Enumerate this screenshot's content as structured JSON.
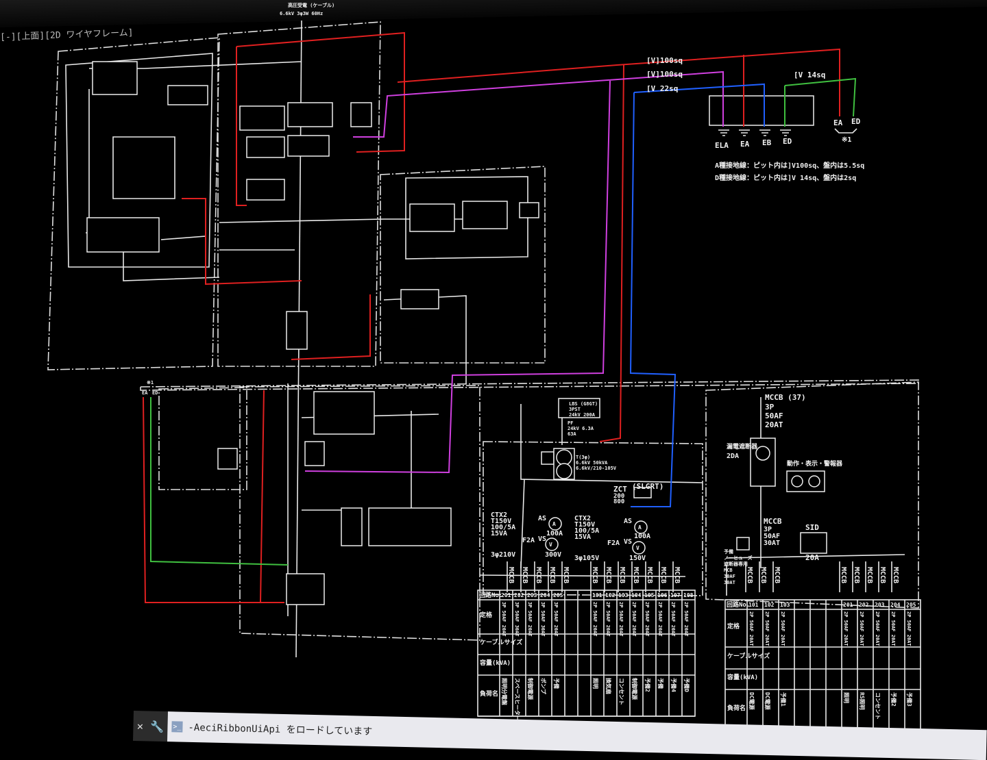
{
  "window": {
    "viewport_label": "[-][上面][2D ワイヤフレーム]"
  },
  "colors": {
    "red": "#e02020",
    "magenta": "#d040e0",
    "blue": "#2060ff",
    "green": "#40c040",
    "white": "#e8e8e8"
  },
  "diagram": {
    "top_incoming": "高圧受電 (ケーブル)",
    "top_incoming_spec": "6.6kV 3φ3W 60Hz",
    "cable_labels": [
      "[V]100sq",
      "[V]100sq",
      "[V 22sq",
      "[V 14sq"
    ],
    "ground_terminals": [
      "ELA",
      "EA",
      "EB",
      "ED"
    ],
    "ground_pair": [
      "EA",
      "ED"
    ],
    "ground_pair_label": "※1",
    "ground_note_a": "A種接地線：ピット内は]V100sq、盤内は5.5sq",
    "ground_note_d": "D種接地線：ピット内は]V 14sq、盤内は2sq",
    "left_ground_pair": [
      "EA",
      "ED"
    ],
    "left_ground_label": "※1",
    "lbs": {
      "name": "LBS (G8GT)",
      "spec1": "3PST",
      "spec2": "24kV 200A"
    },
    "pf": {
      "name": "PF",
      "spec1": "24kV 6.3A",
      "spec2": "63A"
    },
    "transformer": {
      "name": "T(3φ)",
      "spec1": "6.6kV 50kVA",
      "spec2": "6.6kV/210-105V"
    },
    "zct": {
      "name": "ZCT",
      "spec": "(SLGRT)",
      "lines": [
        "200",
        "800"
      ]
    },
    "ct_left": {
      "lines": [
        "CTX2",
        "T150V",
        "100/5A",
        "15VA"
      ],
      "as": "AS",
      "ammeter": "A",
      "ammeter_range": "100A",
      "vs": "VS",
      "fuse": "F2A",
      "voltmeter": "V",
      "volt_range": "300V",
      "system": "3φ210V"
    },
    "ct_right": {
      "lines": [
        "CTX2",
        "T150V",
        "100/5A",
        "15VA"
      ],
      "as": "AS",
      "ammeter": "A",
      "ammeter_range": "100A",
      "vs": "VS",
      "fuse": "F2A",
      "voltmeter": "V",
      "volt_range": "150V",
      "system": "3φ105V"
    },
    "mccb_main": {
      "name": "MCCB (37)",
      "spec": [
        "3P",
        "50AF",
        "20AT"
      ]
    },
    "elcb_label": "漏電遮断器",
    "elcb_rating": "2DA",
    "indicator_label": "動作・表示・警報器",
    "mccb_sub": {
      "name": "MCCB",
      "spec": [
        "3P",
        "50AF",
        "30AT"
      ]
    },
    "sid": {
      "name": "SID",
      "rating": "20A"
    },
    "breaker_label": "MCCB",
    "left_note": [
      "予備",
      "ノーヒューズ",
      "遮断器専用",
      "MCB",
      "30AF",
      "30AT"
    ]
  },
  "table_left": {
    "header": "回路No.",
    "numbers": [
      "201",
      "202",
      "203",
      "204",
      "205",
      "",
      "",
      "101",
      "102",
      "103",
      "104",
      "105",
      "106",
      "107",
      "108"
    ],
    "row_labels": [
      "定格",
      "ケーブルサイズ",
      "容量(kVA)",
      "負荷名"
    ],
    "ratings": [
      "3P 50AF 20AT",
      "3P 50AF 30AT",
      "3P 50AF 20AT",
      "3P 50AF 30AT",
      "3P 50AF 20AT",
      "",
      "",
      "2P 50AF 20AT",
      "2P 50AF 20AT",
      "2P 50AF 20AT",
      "2P 50AF 20AT",
      "2P 50AF 20AT",
      "2P 50AF 20AT",
      "2P 50AF 20AT",
      "2P 50AF 20AT"
    ],
    "loads": [
      "照明分電盤",
      "スペースヒーター",
      "制御電源",
      "ポンプ",
      "予備",
      "",
      "",
      "照明",
      "換気扇",
      "コンセント",
      "制御電源",
      "予備2",
      "予備",
      "予備4",
      "予備D"
    ]
  },
  "table_right": {
    "header": "回路No.",
    "numbers": [
      "101",
      "102",
      "103",
      "",
      "",
      "",
      "201",
      "202",
      "203",
      "204",
      "205"
    ],
    "row_labels": [
      "定格",
      "ケーブルサイズ",
      "容量(kVA)",
      "負荷名"
    ],
    "ratings": [
      "2P 50AF 20AT",
      "2P 50AF 20AT",
      "2P 50AF 20AT",
      "",
      "",
      "",
      "2P 50AF 20AT",
      "2P 50AF 20AT",
      "2P 50AF 20AT",
      "2P 50AF 20AT",
      "2P 50AF 20AT"
    ],
    "loads": [
      "DC電源",
      "DC電源",
      "予備1",
      "",
      "",
      "",
      "照明",
      "RS照明",
      "コンセント",
      "予備2",
      "予備3"
    ]
  },
  "command_line": {
    "text": "-AeciRibbonUiApi をロードしています",
    "close_icon": "×",
    "settings_icon": "wrench"
  }
}
